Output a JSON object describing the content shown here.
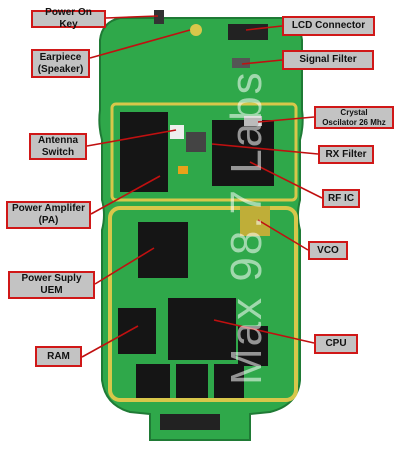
{
  "labels": {
    "power_on_key": "Power On Key",
    "earpiece": "Earpiece\n(Speaker)",
    "lcd_connector": "LCD Connector",
    "signal_filter": "Signal Filter",
    "crystal": "Crystal\nOscilator 26 Mhz",
    "antenna_switch": "Antenna\nSwitch",
    "rx_filter": "RX Filter",
    "rf_ic": "RF IC",
    "power_amplifier": "Power Amplifer\n(PA)",
    "vco": "VCO",
    "power_supply": "Power Suply\nUEM",
    "cpu": "CPU",
    "ram": "RAM"
  },
  "watermark": "Max 98.7 Labs",
  "colors": {
    "board": "#2fa84a",
    "board_dark": "#1f7a35",
    "gold": "#d8c74a",
    "chip": "#151515",
    "label_bg": "#c3c3c3",
    "label_border": "#d01818",
    "leader": "#c01010"
  }
}
